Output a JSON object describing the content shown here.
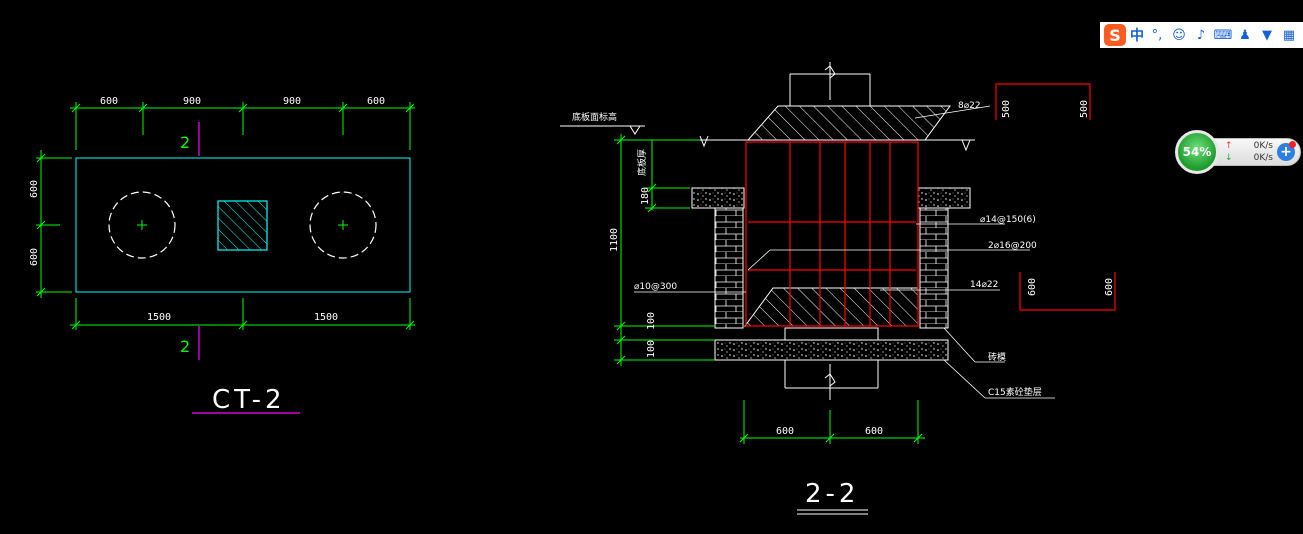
{
  "plan": {
    "top_dims": [
      "600",
      "900",
      "900",
      "600"
    ],
    "left_dims": [
      "600",
      "600"
    ],
    "bottom_dims": [
      "1500",
      "1500"
    ],
    "section_mark_top": "2",
    "section_mark_bottom": "2",
    "title": "CT-2"
  },
  "section": {
    "title": "2-2",
    "labels": {
      "elevation": "底板面标高",
      "rebar_top": "8⌀22",
      "stirrup": "⌀14@150(6)",
      "side_bars": "2⌀16@200",
      "bottom_bars": "14⌀22",
      "distribution": "⌀10@300",
      "masonry": "砖模",
      "cushion": "C15素砼垫层",
      "raft": "底板厚"
    },
    "dims": {
      "h1": "1100",
      "h2": "180",
      "h3": "100",
      "h4": "100",
      "bottom_left": "600",
      "bottom_right": "600",
      "detail1": [
        "500",
        "500"
      ],
      "detail2": [
        "600",
        "600"
      ]
    }
  },
  "ime": {
    "lang": "中",
    "punct": "°,"
  },
  "net": {
    "percent": "54%",
    "up": "0K/s",
    "down": "0K/s"
  },
  "colors": {
    "green": "#00ff00",
    "cyan": "#00ffff",
    "red": "#ff0000",
    "magenta": "#ff00ff",
    "white": "#ffffff"
  }
}
